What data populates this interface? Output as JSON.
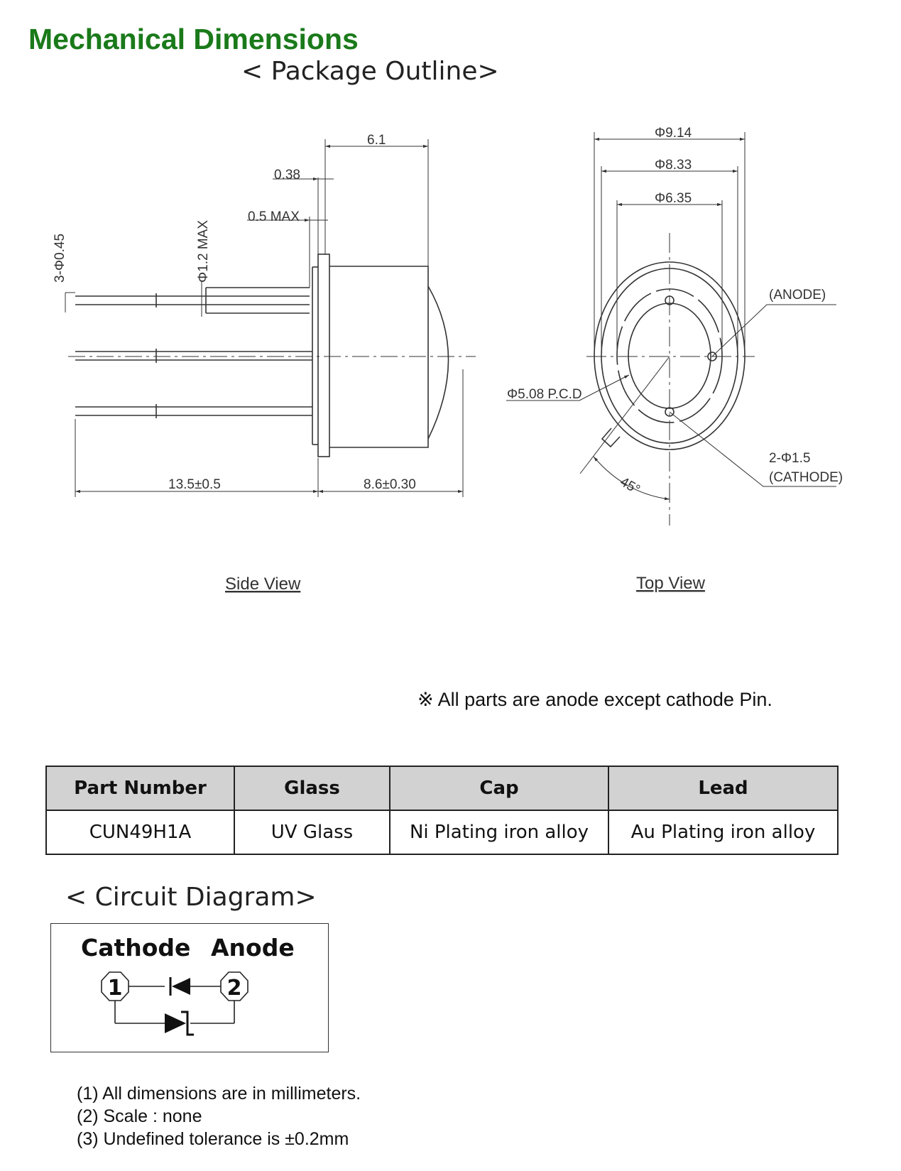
{
  "title": "Mechanical Dimensions",
  "package_outline": {
    "heading": "< Package Outline>",
    "side_view": {
      "caption": "Side View",
      "dims": {
        "cap_length": "6.1",
        "flange_thickness": "0.38",
        "flange_clearance": "0.5  MAX",
        "lead_diameter": "3-Φ0.45",
        "lead_shoulder": "Φ1.2 MAX",
        "lead_length": "13.5±0.5",
        "body_length": "8.6±0.30"
      }
    },
    "top_view": {
      "caption": "Top View",
      "dims": {
        "flange_diameter": "Φ9.14",
        "cap_diameter": "Φ8.33",
        "window_diameter": "Φ6.35",
        "pin_circle": "Φ5.08 P.C.D",
        "angle": "45°",
        "anode_label": "(ANODE)",
        "cathode_count": "2-Φ1.5",
        "cathode_label": "(CATHODE)"
      }
    },
    "note": "※ All parts are anode except cathode Pin."
  },
  "materials_table": {
    "headers": [
      "Part Number",
      "Glass",
      "Cap",
      "Lead"
    ],
    "rows": [
      [
        "CUN49H1A",
        "UV Glass",
        "Ni Plating iron alloy",
        "Au Plating iron alloy"
      ]
    ]
  },
  "circuit_diagram": {
    "heading": "< Circuit Diagram>",
    "cathode_label": "Cathode",
    "anode_label": "Anode",
    "pin1": "1",
    "pin2": "2"
  },
  "notes": [
    "(1) All dimensions are in millimeters.",
    "(2) Scale : none",
    "(3) Undefined tolerance is ±0.2mm"
  ]
}
